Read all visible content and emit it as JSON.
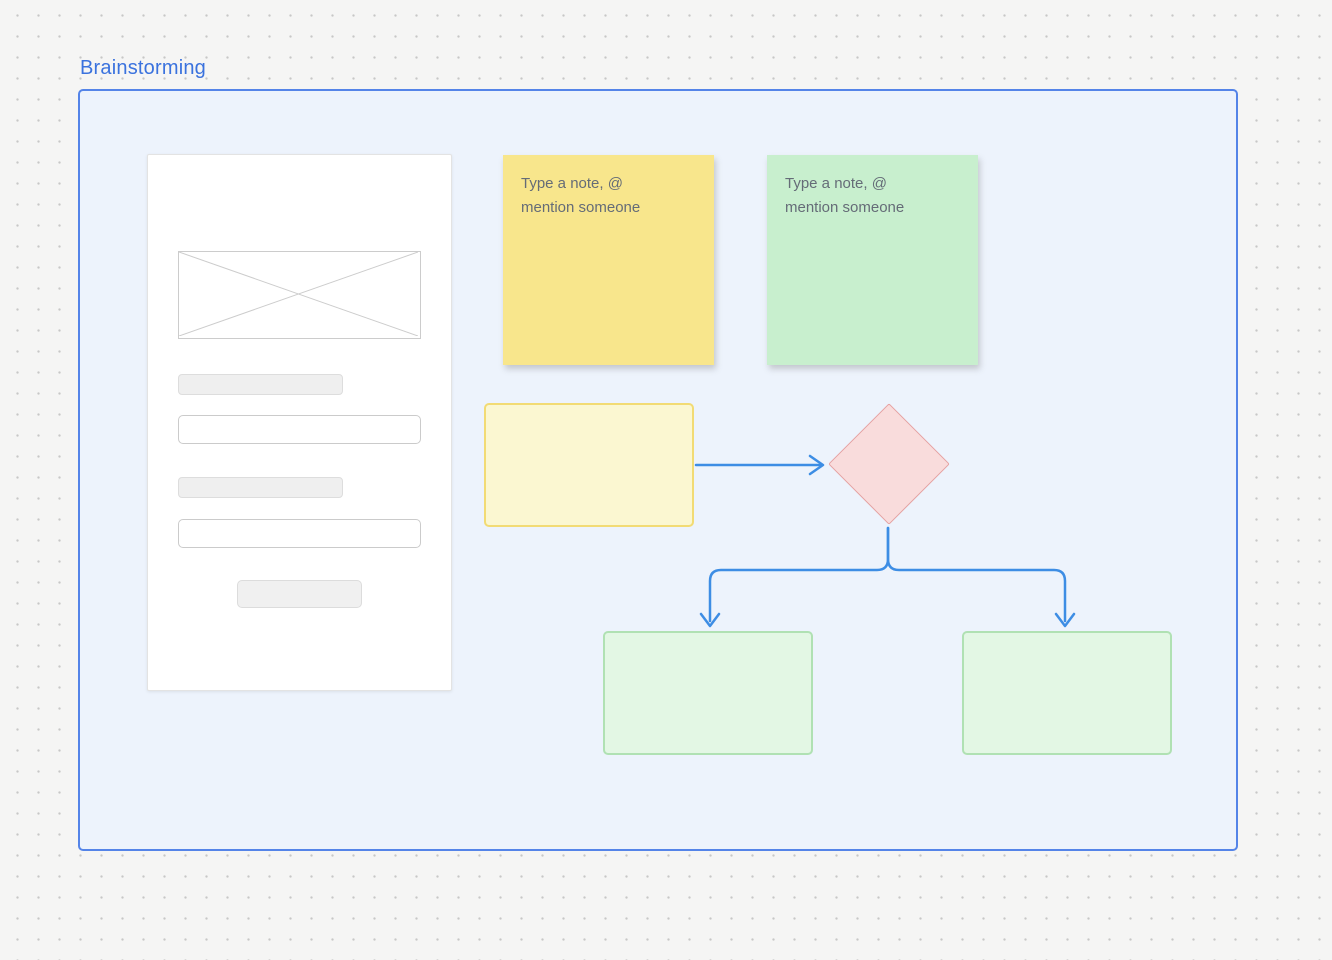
{
  "canvas": {
    "background_color": "#f5f5f4",
    "dot_grid_color": "#c7c7c7"
  },
  "frame": {
    "title": "Brainstorming",
    "title_color": "#3a72de",
    "border_color": "#5484e8",
    "fill_color": "#edf3fc"
  },
  "wireframe_card": {
    "background_color": "#ffffff",
    "elements": [
      {
        "type": "image-placeholder"
      },
      {
        "type": "label-bar"
      },
      {
        "type": "text-input"
      },
      {
        "type": "label-bar"
      },
      {
        "type": "text-input"
      },
      {
        "type": "button"
      }
    ]
  },
  "sticky_notes": [
    {
      "color_name": "yellow",
      "color": "#f8e68c",
      "text": "Type a note, @\nmention someone",
      "text_color": "#656c77"
    },
    {
      "color_name": "green",
      "color": "#c8efce",
      "text": "Type a note, @\nmention someone",
      "text_color": "#656c77"
    }
  ],
  "flowchart": {
    "process_box": {
      "fill": "#fbf7d1",
      "border": "#f2db74"
    },
    "decision_diamond": {
      "fill": "#f9dcdc",
      "border": "#e5a1a1"
    },
    "outcome_box_left": {
      "fill": "#e3f7e4",
      "border": "#b0e1b3"
    },
    "outcome_box_right": {
      "fill": "#e3f7e4",
      "border": "#b0e1b3"
    },
    "connector_color": "#3d8de4"
  }
}
